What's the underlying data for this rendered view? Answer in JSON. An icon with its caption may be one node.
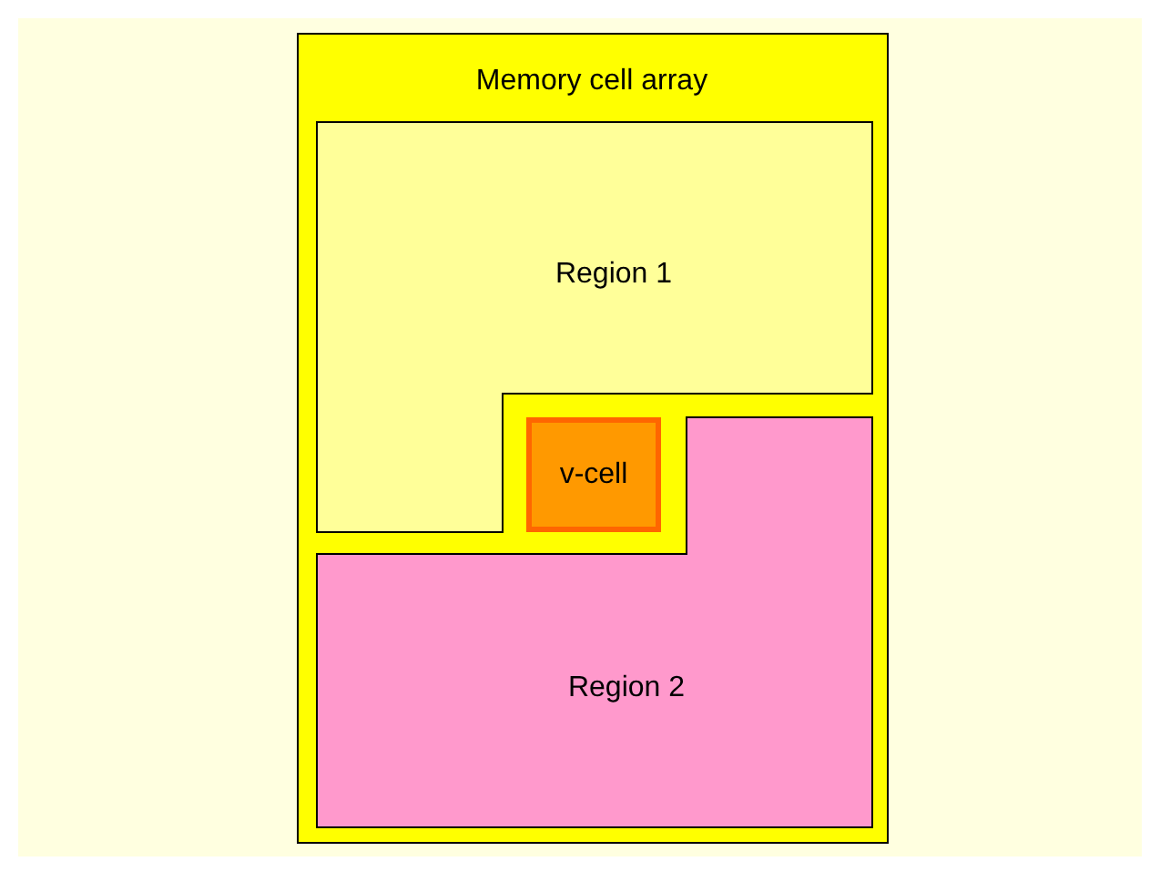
{
  "diagram": {
    "nodes": [
      {
        "text": [
          "Memory cell array"
        ]
      },
      {
        "text": [
          "Region 1"
        ],
        "in": 0
      },
      {
        "text": [
          "v-cell"
        ],
        "in": 0
      },
      {
        "text": [
          "Region 2"
        ],
        "in": 0
      }
    ],
    "edges": []
  }
}
